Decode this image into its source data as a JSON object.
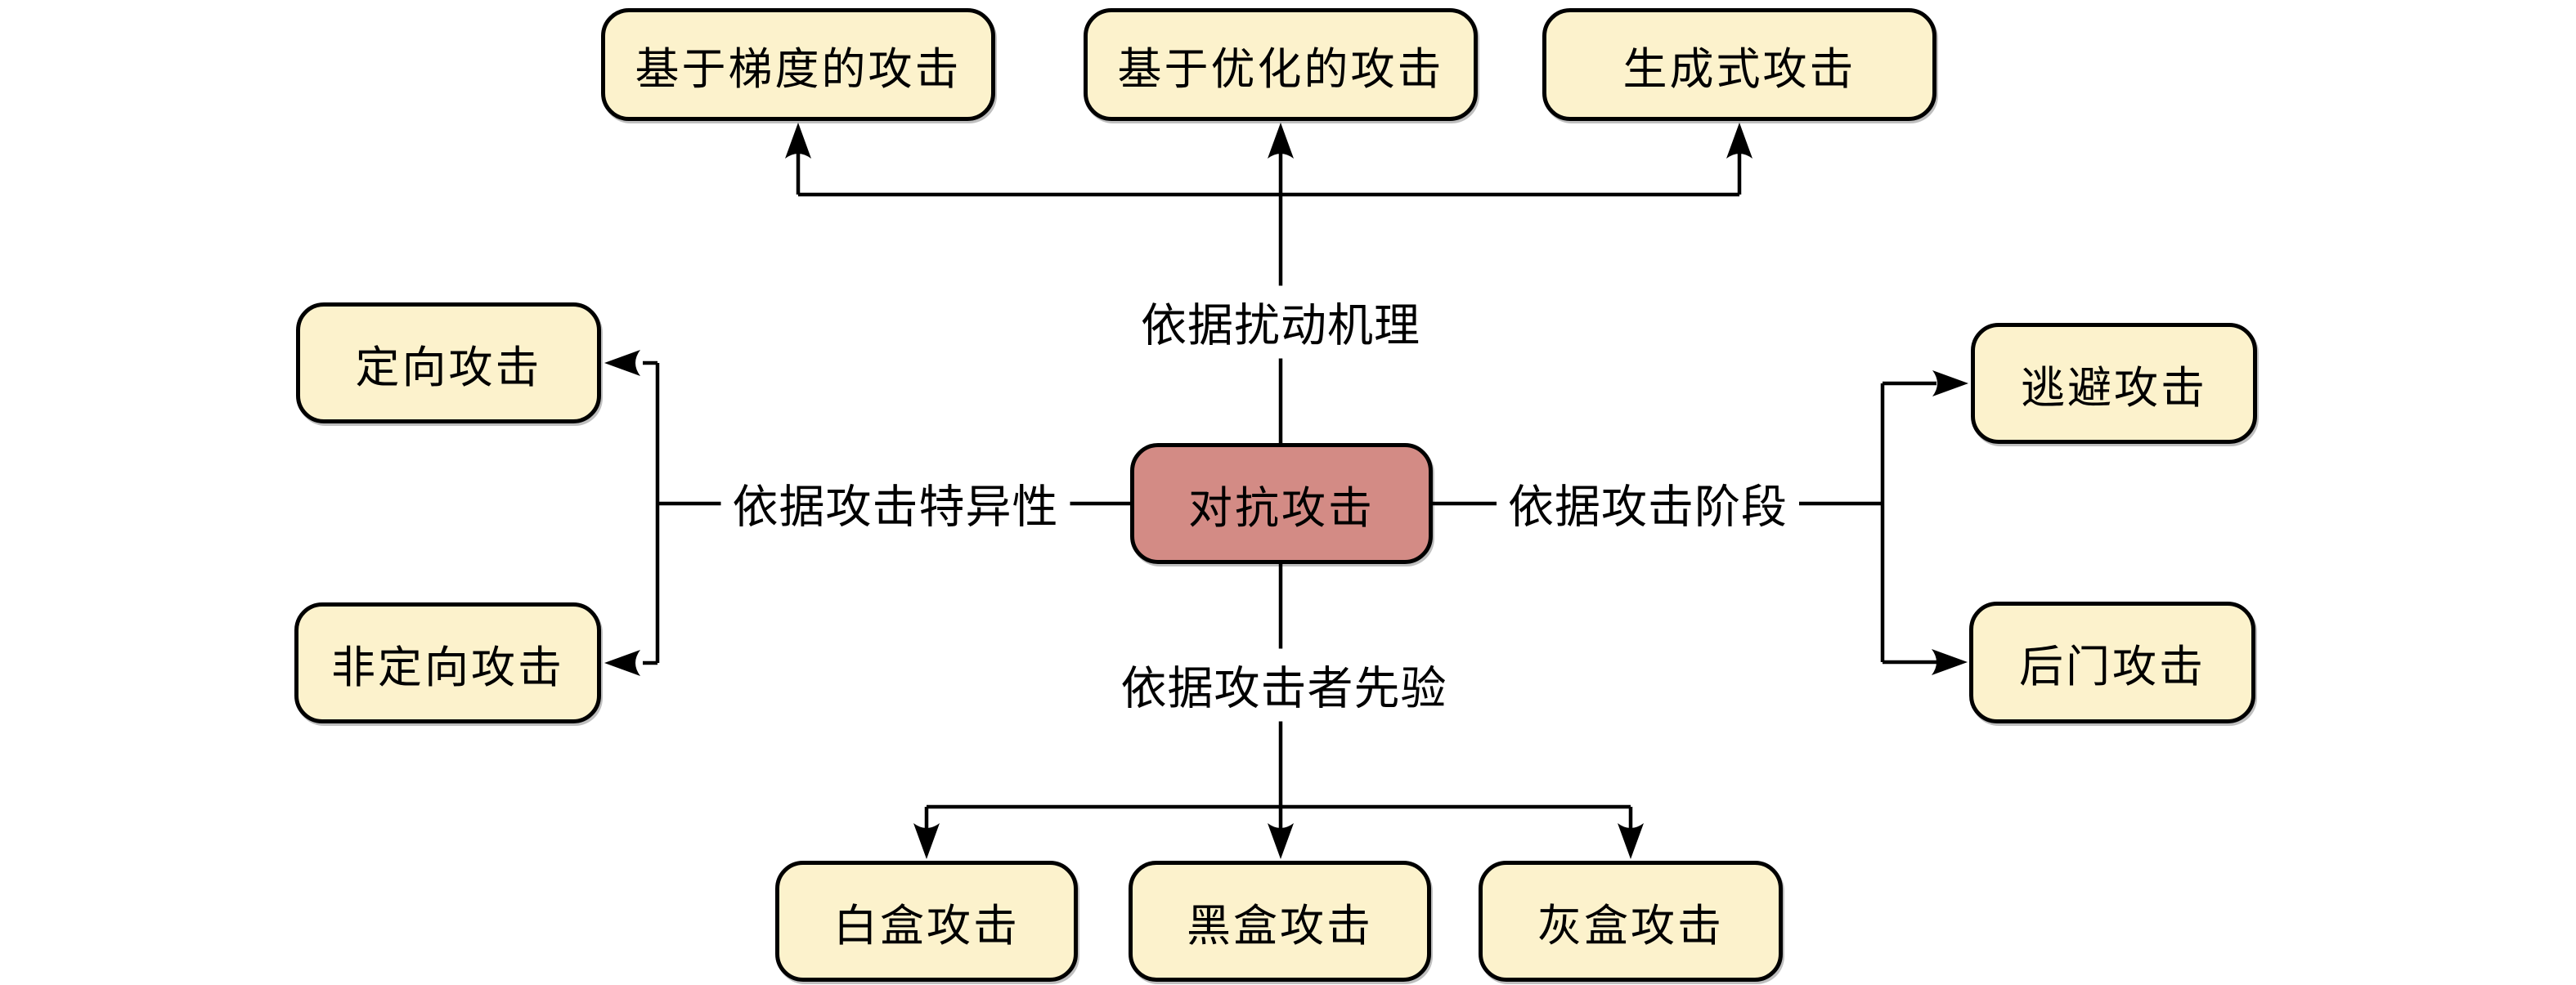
{
  "diagram": {
    "type": "radial-classification",
    "root": {
      "label": "对抗攻击"
    },
    "branches": [
      {
        "criterion": "依据扰动机理",
        "direction": "top",
        "children": [
          "基于梯度的攻击",
          "基于优化的攻击",
          "生成式攻击"
        ]
      },
      {
        "criterion": "依据攻击特异性",
        "direction": "left",
        "children": [
          "定向攻击",
          "非定向攻击"
        ]
      },
      {
        "criterion": "依据攻击阶段",
        "direction": "right",
        "children": [
          "逃避攻击",
          "后门攻击"
        ]
      },
      {
        "criterion": "依据攻击者先验",
        "direction": "bottom",
        "children": [
          "白盒攻击",
          "黑盒攻击",
          "灰盒攻击"
        ]
      }
    ],
    "colors": {
      "leaf_fill": "#fcf2cc",
      "root_fill": "#d38b85",
      "stroke": "#000000",
      "background": "#ffffff"
    }
  }
}
